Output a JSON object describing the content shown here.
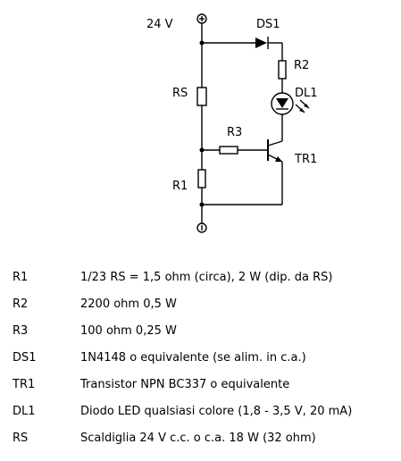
{
  "schematic": {
    "supply_label": "24 V",
    "labels": {
      "ds1": "DS1",
      "r2": "R2",
      "dl1": "DL1",
      "rs": "RS",
      "r3": "R3",
      "tr1": "TR1",
      "r1": "R1"
    }
  },
  "parts": [
    {
      "ref": "R1",
      "desc": "1/23 RS = 1,5 ohm (circa), 2 W (dip. da RS)"
    },
    {
      "ref": "R2",
      "desc": "2200 ohm 0,5 W"
    },
    {
      "ref": "R3",
      "desc": "100 ohm 0,25 W"
    },
    {
      "ref": "DS1",
      "desc": "1N4148 o equivalente (se alim. in c.a.)"
    },
    {
      "ref": "TR1",
      "desc": "Transistor NPN BC337 o equivalente"
    },
    {
      "ref": "DL1",
      "desc": "Diodo LED qualsiasi colore (1,8 - 3,5 V, 20 mA)"
    },
    {
      "ref": "RS",
      "desc": "Scaldiglia 24 V c.c. o c.a. 18 W (32 ohm)"
    }
  ]
}
